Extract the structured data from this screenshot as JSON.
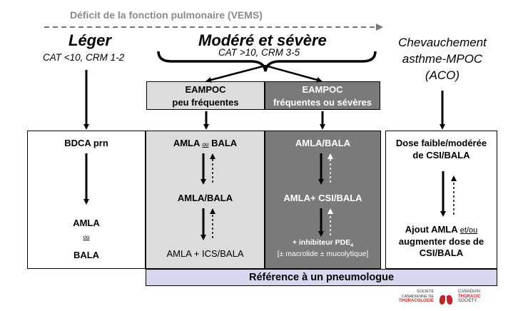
{
  "axis": {
    "label": "Déficit de la fonction pulmonaire (VEMS)"
  },
  "leger": {
    "title": "Léger",
    "criteria": "CAT <10, CRM 1-2"
  },
  "modere": {
    "title": "Modéré et sévère",
    "criteria": "CAT >10, CRM 3-5"
  },
  "aco": {
    "line1": "Chevauchement",
    "line2": "asthme-MPOC",
    "line3": "(ACO)"
  },
  "exacerbations": {
    "infrequent": {
      "line1": "EAMPOC",
      "line2": "peu fréquentes"
    },
    "frequent": {
      "line1": "EAMPOC",
      "line2": "fréquentes ou sévères"
    }
  },
  "col_leger": {
    "top": "BDCA prn",
    "amla": "AMLA",
    "ou": "ou",
    "bala": "BALA"
  },
  "col_infrequent": {
    "step1_a": "AMLA",
    "step1_ou": "ou",
    "step1_b": "BALA",
    "step2": "AMLA/BALA",
    "step3": "AMLA + ICS/BALA"
  },
  "col_frequent": {
    "step1": "AMLA/BALA",
    "step2": "AMLA+ CSI/BALA",
    "step3_a": "+ inhibiteur PDE",
    "step3_sub": "4",
    "step3_b": "[± macrolide ± mucolytique]"
  },
  "col_aco": {
    "top_line1": "Dose faible/modérée",
    "top_line2": "de CSI/BALA",
    "bottom_line1_a": "Ajout AMLA ",
    "bottom_line1_b": "et/ou",
    "bottom_line2": "augmenter dose de",
    "bottom_line3": "CSI/BALA"
  },
  "referral": {
    "label": "Référence à un pneumologue"
  },
  "logo": {
    "fr_line1": "SOCIÉTÉ",
    "fr_line2": "CANADIENNE DE",
    "fr_line3": "THORACOLOGIE",
    "en_line1": "CANADIAN",
    "en_line2": "THORACIC",
    "en_line3": "SOCIETY"
  },
  "colors": {
    "infrequent_bg": "#dcdcdc",
    "frequent_bg": "#7a7a7a",
    "referral_bg": "#d7d7ef",
    "logo_red": "#c0272d"
  }
}
